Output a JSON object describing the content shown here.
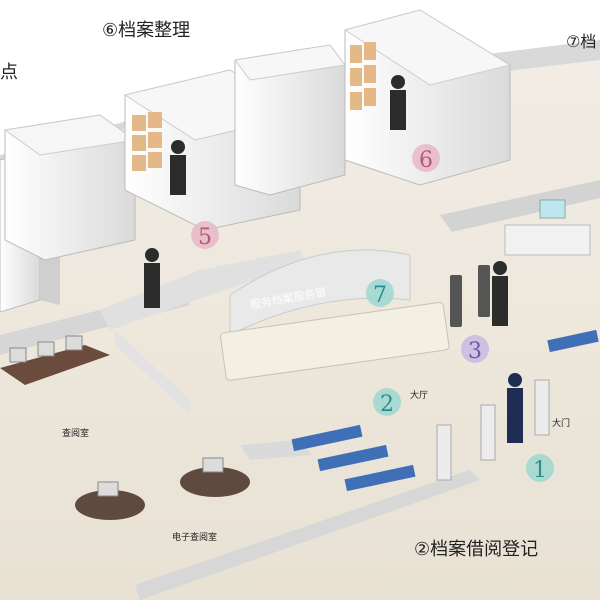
{
  "captions": {
    "top_left": "点",
    "top_center": "⑥档案整理",
    "top_right": "⑦档",
    "bottom": "②档案借阅登记"
  },
  "rooms": {
    "reading_room": "查阅室",
    "e_reading_room": "电子查阅室",
    "hall": "大厅",
    "gate": "大门",
    "banner": "服务档案服务窗"
  },
  "markers": [
    "1",
    "2",
    "3",
    "5",
    "6",
    "7"
  ],
  "colors": {
    "floor": "#efe9df",
    "wall": "#dcdcdc",
    "shelf": "#f1f1f1",
    "marker_teal": "#9ed8d0",
    "marker_pink": "#e8b9c6",
    "marker_purple": "#c5b8e4",
    "banner_red": "#d43c3c",
    "chair_blue": "#3f70b7"
  }
}
